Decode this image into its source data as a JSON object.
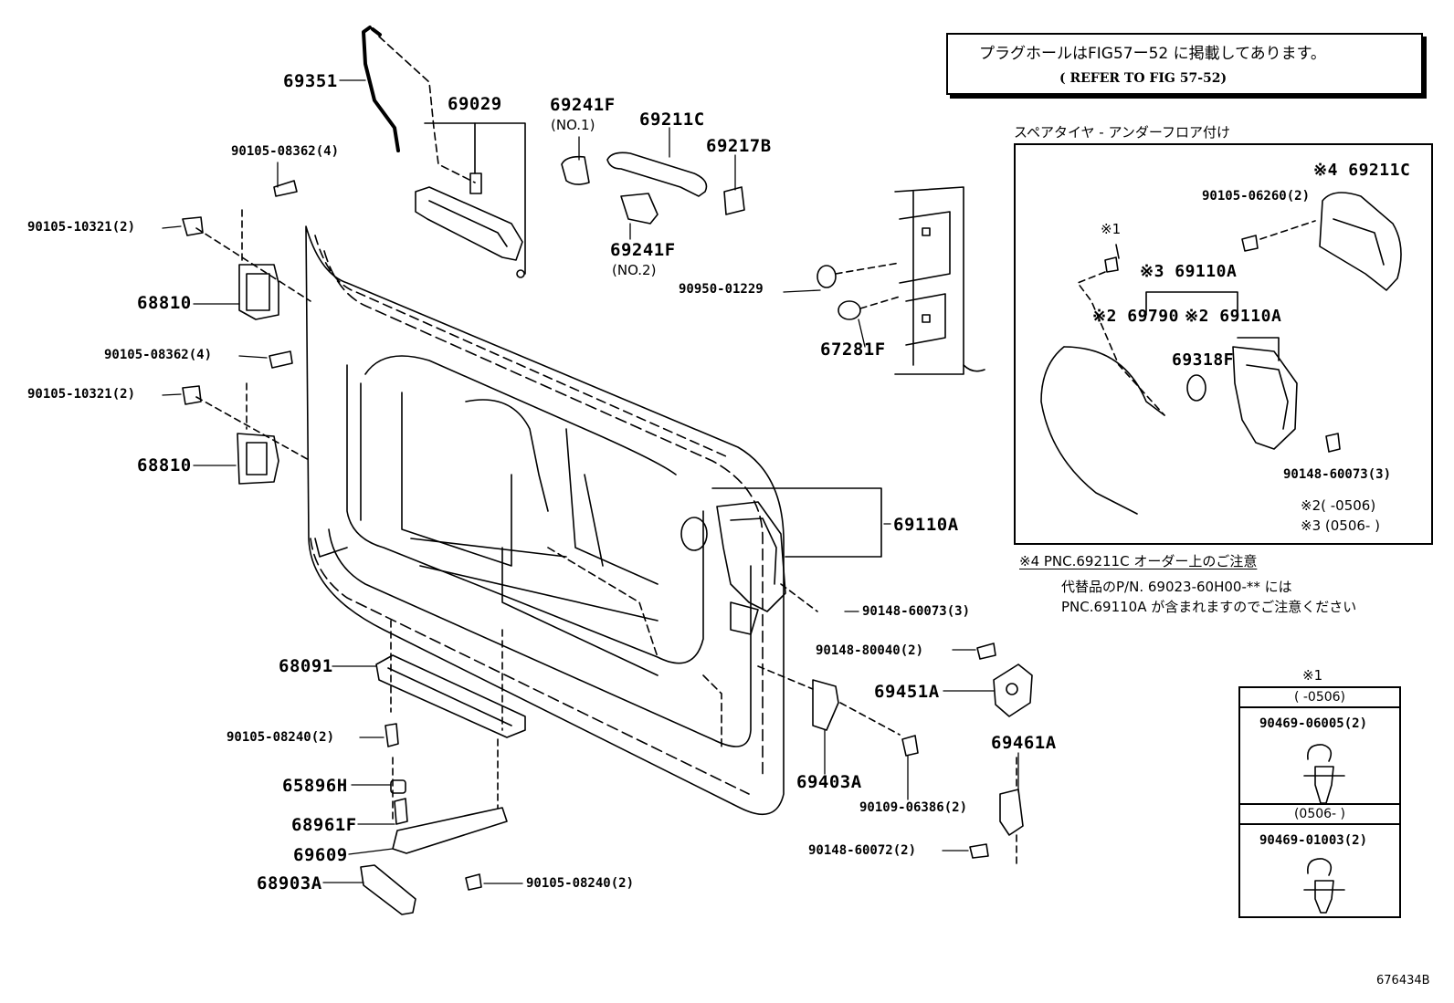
{
  "notice": {
    "line1": "プラグホールはFIG57ー52 に掲載してあります。",
    "line2": "(   REFER TO FIG 57-52)"
  },
  "parts": [
    {
      "key": "p69351",
      "text": "69351"
    },
    {
      "key": "p69029",
      "text": "69029"
    },
    {
      "key": "p69241F_1",
      "text": "69241F"
    },
    {
      "key": "p69241F_1n",
      "text": "(NO.1)"
    },
    {
      "key": "p69211C",
      "text": "69211C"
    },
    {
      "key": "p69217B",
      "text": "69217B"
    },
    {
      "key": "p69241F_2",
      "text": "69241F"
    },
    {
      "key": "p69241F_2n",
      "text": "(NO.2)"
    },
    {
      "key": "b90105_08362_a",
      "text": "90105-08362(4)"
    },
    {
      "key": "b90105_10321_a",
      "text": "90105-10321(2)"
    },
    {
      "key": "p68810_a",
      "text": "68810"
    },
    {
      "key": "b90105_08362_b",
      "text": "90105-08362(4)"
    },
    {
      "key": "b90105_10321_b",
      "text": "90105-10321(2)"
    },
    {
      "key": "p68810_b",
      "text": "68810"
    },
    {
      "key": "b90950_01229",
      "text": "90950-01229"
    },
    {
      "key": "p67281F",
      "text": "67281F"
    },
    {
      "key": "p69110A_main",
      "text": "69110A"
    },
    {
      "key": "b90148_60073_main",
      "text": "90148-60073(3)"
    },
    {
      "key": "b90148_80040",
      "text": "90148-80040(2)"
    },
    {
      "key": "p69451A",
      "text": "69451A"
    },
    {
      "key": "p68091",
      "text": "68091"
    },
    {
      "key": "b90105_08240_a",
      "text": "90105-08240(2)"
    },
    {
      "key": "p65896H",
      "text": "65896H"
    },
    {
      "key": "p68961F",
      "text": "68961F"
    },
    {
      "key": "p69609",
      "text": "69609"
    },
    {
      "key": "p68903A",
      "text": "68903A"
    },
    {
      "key": "b90105_08240_b",
      "text": "90105-08240(2)"
    },
    {
      "key": "p69403A",
      "text": "69403A"
    },
    {
      "key": "b90109_06386",
      "text": "90109-06386(2)"
    },
    {
      "key": "p69461A",
      "text": "69461A"
    },
    {
      "key": "b90148_60072",
      "text": "90148-60072(2)"
    }
  ],
  "inset": {
    "title": "スペアタイヤ - アンダーフロア付け",
    "m4_69211C": "※4 69211C",
    "b90105_06260": "90105-06260(2)",
    "m1": "※1",
    "m3_69110A": "※3 69110A",
    "m2_69790": "※2 69790",
    "m2_69110A": "※2 69110A",
    "p69318F": "69318F",
    "b90148_60073": "90148-60073(3)",
    "range2": "※2(    -0506)",
    "range3": "※3 (0506-     )"
  },
  "remark": {
    "head": "※4  PNC.69211C オーダー上のご注意",
    "line1": "代替品のP/N. 69023-60H00-** には",
    "line2": "PNC.69110A  が含まれますのでご注意ください"
  },
  "legend": {
    "mark": "※1",
    "row1": "(       -0506)",
    "part1": "90469-06005(2)",
    "row2": "(0506-       )",
    "part2": "90469-01003(2)"
  },
  "figure_id": "676434B"
}
